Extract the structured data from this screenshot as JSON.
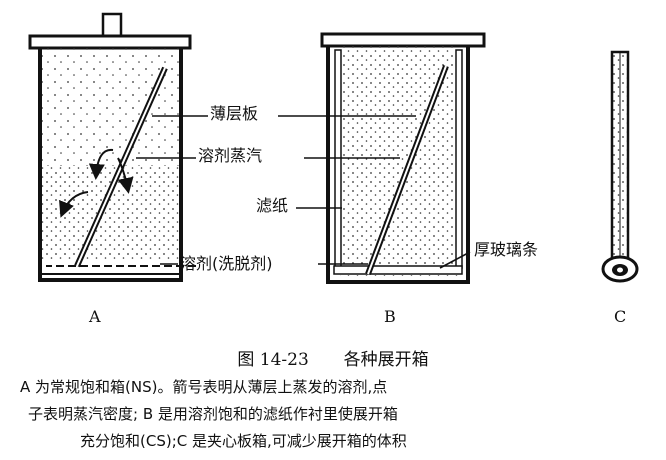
{
  "labels": {
    "plate": "薄层板",
    "vapor": "溶剂蒸汽",
    "filter_paper": "滤纸",
    "solvent": "溶剂(洗脱剂)",
    "glass_strip": "厚玻璃条"
  },
  "panels": {
    "a": "A",
    "b": "B",
    "c": "C"
  },
  "caption": {
    "number": "图 14-23",
    "title": "各种展开箱"
  },
  "note_lines": [
    "A 为常规饱和箱(NS)。箭号表明从薄层上蒸发的溶剂,点",
    "子表明蒸汽密度; B 是用溶剂饱和的滤纸作衬里使展开箱",
    "充分饱和(CS);C 是夹心板箱,可减少展开箱的体积"
  ]
}
